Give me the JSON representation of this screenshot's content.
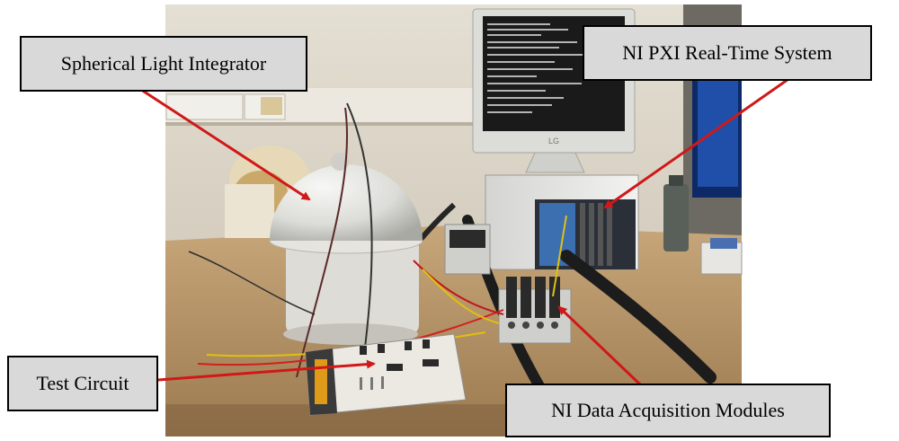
{
  "labels": {
    "spherical": "Spherical Light Integrator",
    "pxi": "NI PXI Real-Time System",
    "test_circuit": "Test Circuit",
    "daq": "NI Data Acquisition Modules"
  },
  "monitor_brand": "LG",
  "colors": {
    "arrow": "#d01818",
    "label_fill": "#d9d9d9",
    "label_border": "#000000",
    "desk": "#b8946a",
    "wall": "#d8d0c2"
  }
}
